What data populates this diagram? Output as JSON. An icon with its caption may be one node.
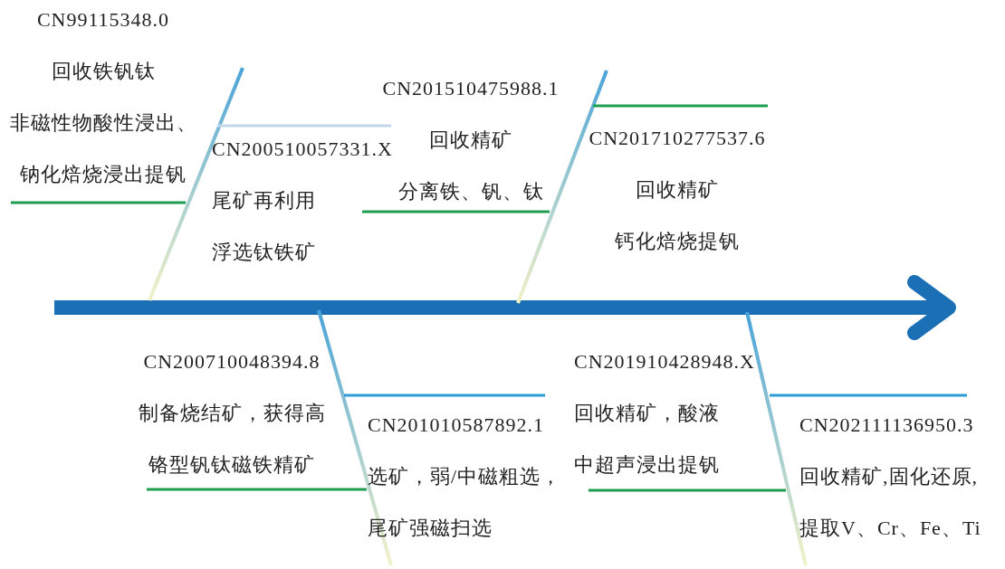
{
  "diagram": {
    "nodes": [
      {
        "text": [
          "CN99115348.0",
          "回收铁钒钛",
          "非磁性物酸性浸出、钠化焙烧浸出提钒"
        ]
      },
      {
        "text": [
          "CN200510057331.X",
          "尾矿再利用",
          "浮选钛铁矿"
        ]
      },
      {
        "text": [
          "CN201510475988.1",
          "回收精矿",
          "分离铁、钒、钛"
        ]
      },
      {
        "text": [
          "CN201710277537.6",
          "回收精矿",
          "钙化焙烧提钒"
        ]
      },
      {
        "text": [
          "CN200710048394.8",
          "制备烧结矿，获得高铬型钒钛磁铁精矿"
        ]
      },
      {
        "text": [
          "CN201010587892.1",
          "选矿，弱/中磁粗选，尾矿强磁扫选"
        ]
      },
      {
        "text": [
          "CN201910428948.X",
          "回收精矿，酸液中超声浸出提钒"
        ]
      },
      {
        "text": [
          "CN202111136950.3",
          "回收精矿,固化还原,提取V、Cr、Fe、Ti"
        ]
      }
    ]
  }
}
